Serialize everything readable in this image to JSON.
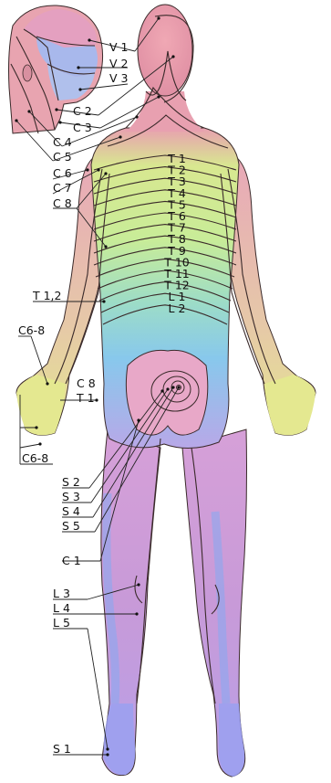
{
  "head_labels": [
    "V 1",
    "V 2",
    "V 3",
    "C 2",
    "C 3",
    "C 4",
    "C 5"
  ],
  "left_labels": [
    "C 6",
    "C 7",
    "C 8",
    "T 1,2",
    "C6-8",
    "C 8",
    "T 1",
    "C6-8"
  ],
  "lower_labels": [
    "S 2",
    "S 3",
    "S 4",
    "S 5",
    "C 1",
    "L 3",
    "L 4",
    "L 5",
    "S 1"
  ],
  "trunk_labels": [
    "T 1",
    "T 2",
    "T 3",
    "T 4",
    "T 5",
    "T 6",
    "T 7",
    "T 8",
    "T 9",
    "T 10",
    "T 11",
    "T 12",
    "L 1",
    "L 2"
  ],
  "colors": {
    "v1": "#e8a0b8",
    "v2": "#9fb4e8",
    "c_head": "#e8a0a8",
    "back_green": "#c8e890",
    "back_blue": "#88d0e0",
    "pink": "#e8a0b0",
    "purple": "#c89ad8",
    "blue": "#8aa0f0",
    "yellow": "#e0e890",
    "skin_line": "#3a2a2a"
  }
}
